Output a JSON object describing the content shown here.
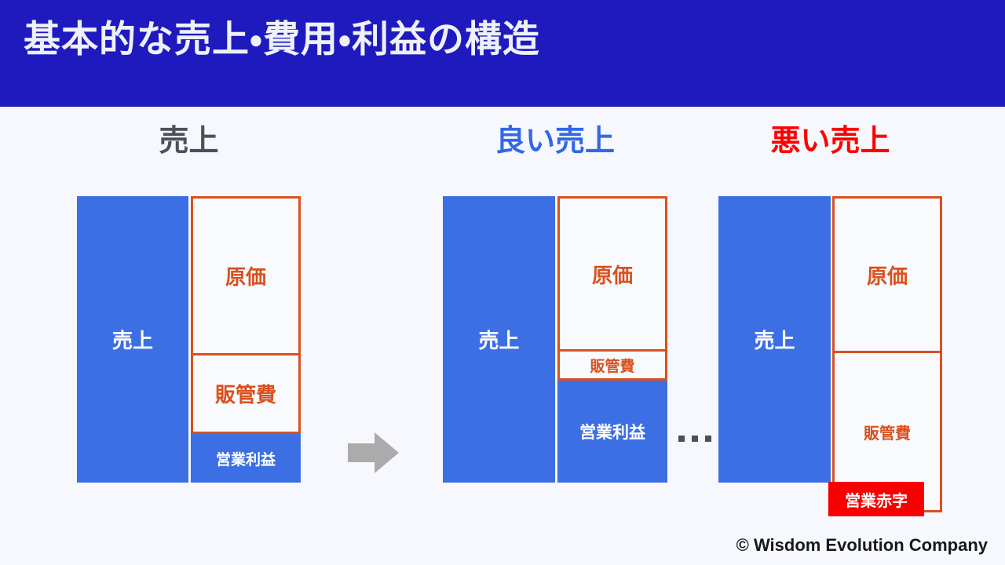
{
  "header": {
    "title": "基本的な売上・費用・利益の構造",
    "background_color": "#1E1ABE",
    "text_color": "#EEF0FA"
  },
  "page": {
    "background_color": "#F7F8FD"
  },
  "palette": {
    "revenue_blue": "#3D6FE4",
    "cost_orange": "#D9511E",
    "loss_red": "#F60000",
    "heading_gray": "#4D5157",
    "heading_blue": "#3069E8",
    "heading_red": "#FF0000",
    "arrow_gray": "#ABABAB",
    "panel_white": "#F9FAFD"
  },
  "groups": [
    {
      "id": "baseline",
      "heading": "売上",
      "heading_color": "#4D5157",
      "revenue": {
        "label": "売上"
      },
      "cost": {
        "label": "原価"
      },
      "sga": {
        "label": "販管費"
      },
      "result": {
        "label": "営業利益",
        "kind": "profit"
      }
    },
    {
      "id": "good-sales",
      "heading": "良い売上",
      "heading_color": "#3069E8",
      "revenue": {
        "label": "売上"
      },
      "cost": {
        "label": "原価"
      },
      "sga": {
        "label": "販管費"
      },
      "result": {
        "label": "営業利益",
        "kind": "profit"
      }
    },
    {
      "id": "bad-sales",
      "heading": "悪い売上",
      "heading_color": "#FF0000",
      "revenue": {
        "label": "売上"
      },
      "cost": {
        "label": "原価"
      },
      "sga": {
        "label": "販管費"
      },
      "result": {
        "label": "営業赤字",
        "kind": "loss"
      }
    }
  ],
  "connector": {
    "arrow_name": "right-arrow",
    "ellipsis_dots": 3
  },
  "footer": {
    "credit": "© Wisdom Evolution Company"
  }
}
